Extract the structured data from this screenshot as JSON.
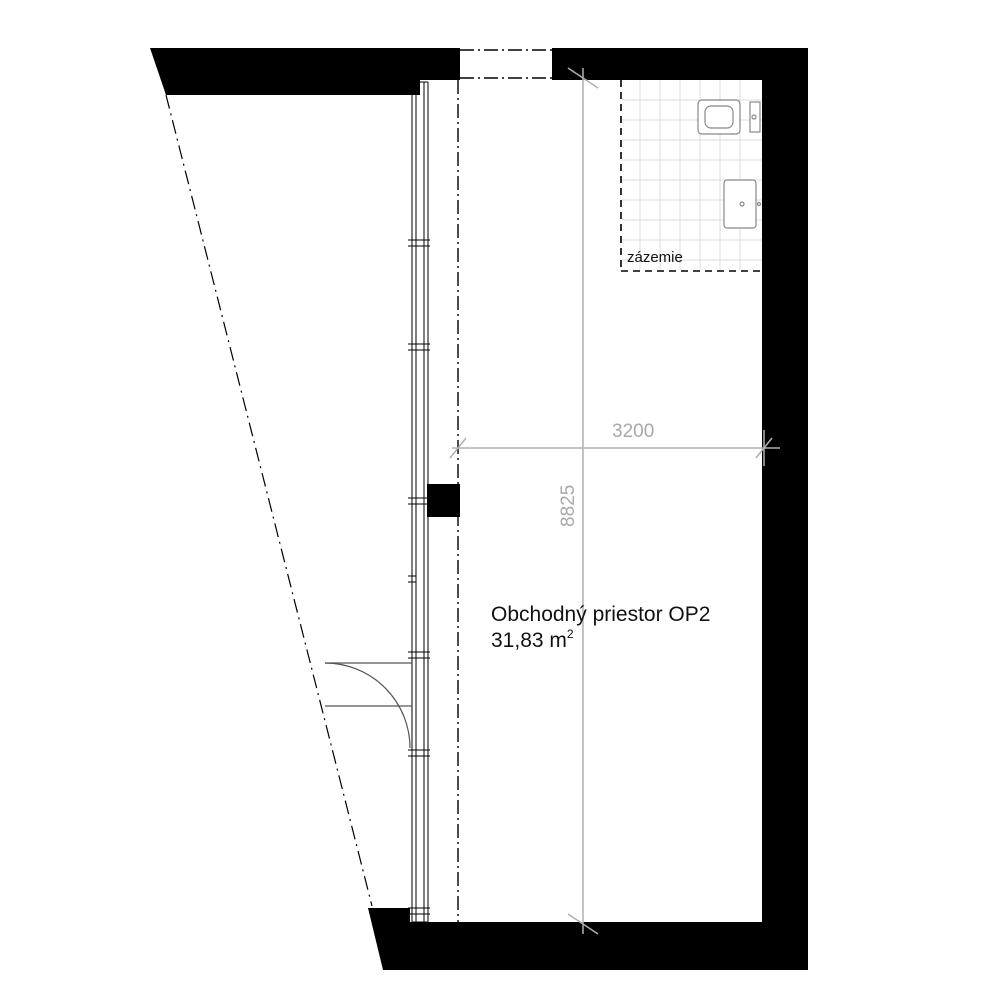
{
  "room": {
    "name": "Obchodný priestor OP2",
    "area_value": "31,83 m",
    "area_exponent": "2"
  },
  "zone": {
    "label": "zázemie"
  },
  "dimensions": {
    "width": "3200",
    "length": "8825"
  },
  "colors": {
    "wall": "#000000",
    "dimension_line": "#b0b0b0",
    "tile_grid": "#dddddd",
    "fixture": "#888888"
  },
  "icons": [
    "toilet-icon",
    "washbasin-icon",
    "door-swing-icon",
    "column-icon"
  ]
}
